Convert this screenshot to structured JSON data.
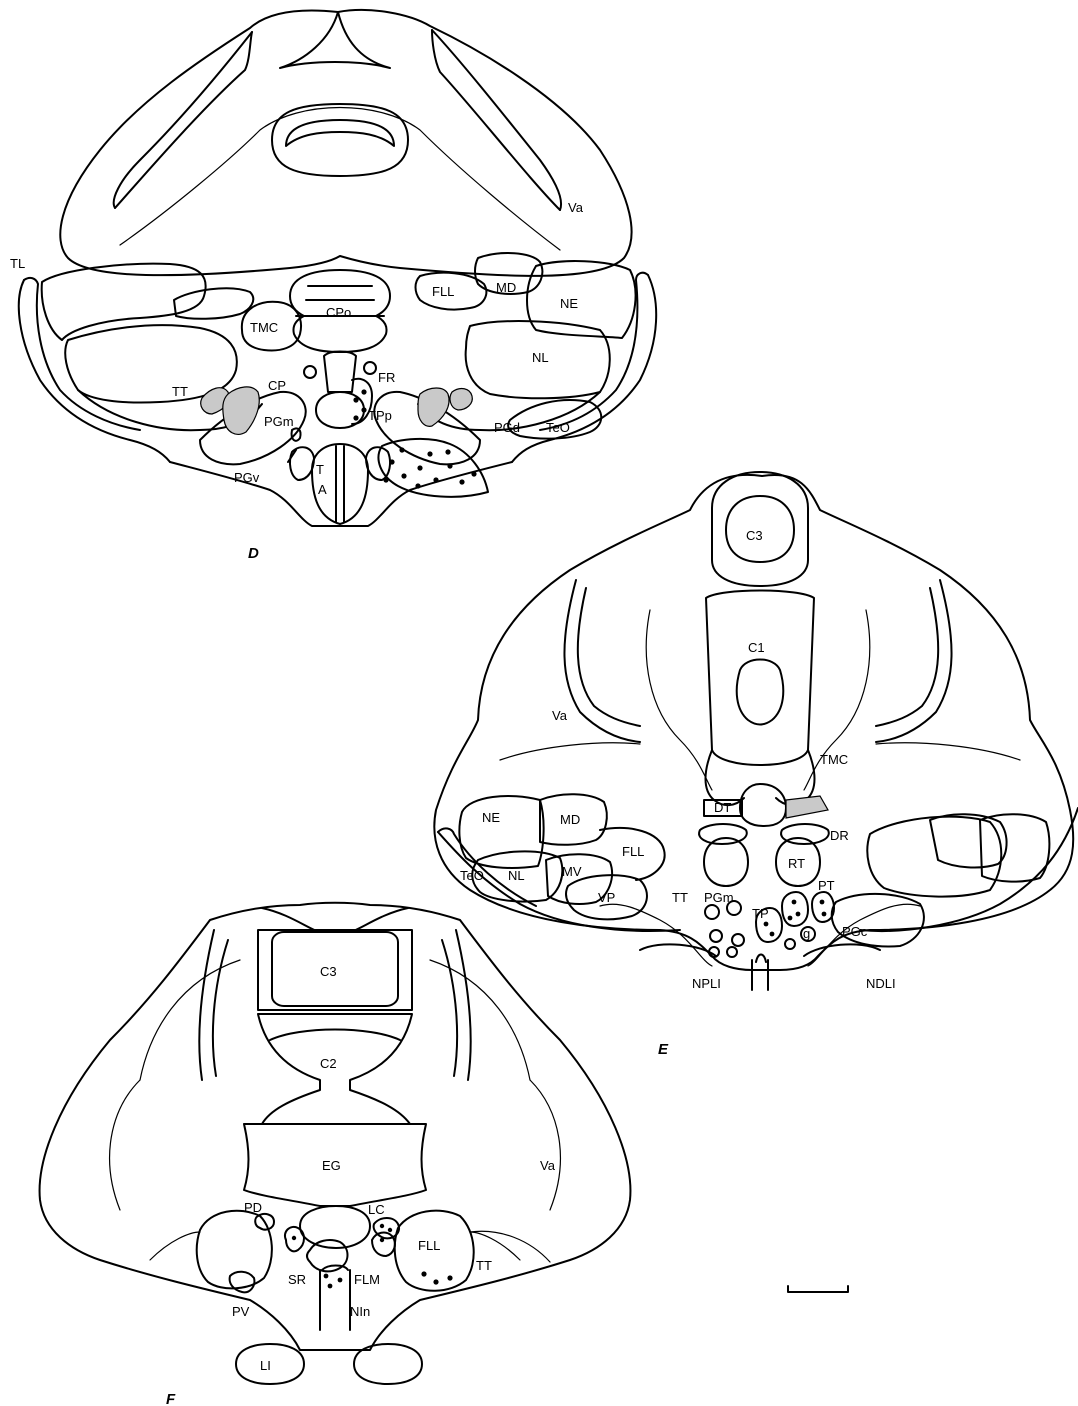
{
  "panels": {
    "d": {
      "letter": "D",
      "labels": {
        "Va": "Va",
        "TL": "TL",
        "FLL": "FLL",
        "MD": "MD",
        "NE": "NE",
        "TMC": "TMC",
        "CPo": "CPo",
        "NL": "NL",
        "CP": "CP",
        "FR": "FR",
        "TT": "TT",
        "TPp": "TPp",
        "PGm": "PGm",
        "PGd": "PGd",
        "TeO": "TeO",
        "PGv": "PGv",
        "TA_T": "T",
        "TA_A": "A"
      }
    },
    "e": {
      "letter": "E",
      "labels": {
        "C3": "C3",
        "C1": "C1",
        "Va": "Va",
        "TMC": "TMC",
        "NE": "NE",
        "MD": "MD",
        "DT": "DT",
        "DR": "DR",
        "FLL": "FLL",
        "TeO": "TeO",
        "NL": "NL",
        "MV": "MV",
        "VP": "VP",
        "TT": "TT",
        "RT": "RT",
        "PGm": "PGm",
        "PT": "PT",
        "TP": "TP",
        "g": "g",
        "PGc": "PGc",
        "NPLI": "NPLI",
        "NDLI": "NDLI"
      }
    },
    "f": {
      "letter": "F",
      "labels": {
        "C3": "C3",
        "C2": "C2",
        "Va": "Va",
        "EG": "EG",
        "PD": "PD",
        "LC": "LC",
        "FLL": "FLL",
        "TT": "TT",
        "SR": "SR",
        "FLM": "FLM",
        "PV": "PV",
        "NIn": "NIn",
        "LI": "LI"
      }
    }
  }
}
